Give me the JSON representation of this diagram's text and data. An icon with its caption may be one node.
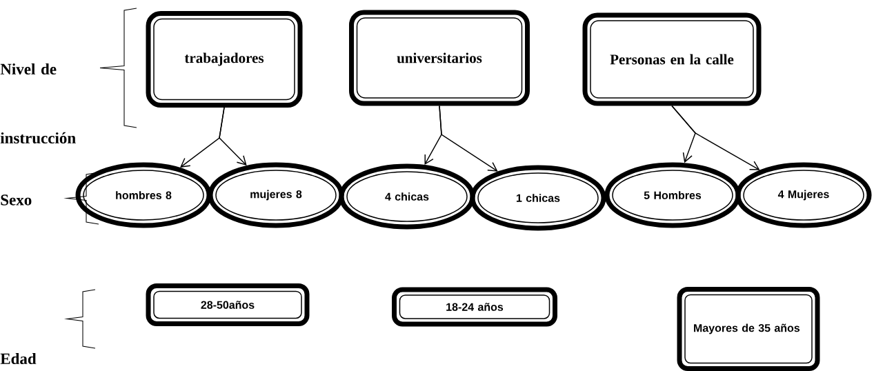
{
  "diagram": {
    "nodes": [
      {
        "text": [
          "trabajadores"
        ]
      },
      {
        "text": [
          "universitarios"
        ]
      },
      {
        "text": [
          "Personas en la calle"
        ]
      },
      {
        "text": [
          "hombres 8"
        ]
      },
      {
        "text": [
          "mujeres 8"
        ]
      },
      {
        "text": [
          "4 chicas"
        ]
      },
      {
        "text": [
          "1 chicas"
        ]
      },
      {
        "text": [
          "5 Hombres"
        ]
      },
      {
        "text": [
          "4 Mujeres"
        ]
      },
      {
        "text": [
          "28-50años"
        ]
      },
      {
        "text": [
          "18-24 años"
        ]
      },
      {
        "text": [
          "Mayores de 35 años"
        ]
      }
    ],
    "edges": [
      {
        "from": 0,
        "to": 3,
        "arrow": "to"
      },
      {
        "from": 0,
        "to": 4,
        "arrow": "to"
      },
      {
        "from": 1,
        "to": 5,
        "arrow": "to"
      },
      {
        "from": 1,
        "to": 6,
        "arrow": "to"
      },
      {
        "from": 2,
        "to": 7,
        "arrow": "to"
      },
      {
        "from": 2,
        "to": 8,
        "arrow": "to"
      }
    ],
    "labels": [
      "Nivel de instrucción",
      "Sexo",
      "Edad"
    ]
  }
}
